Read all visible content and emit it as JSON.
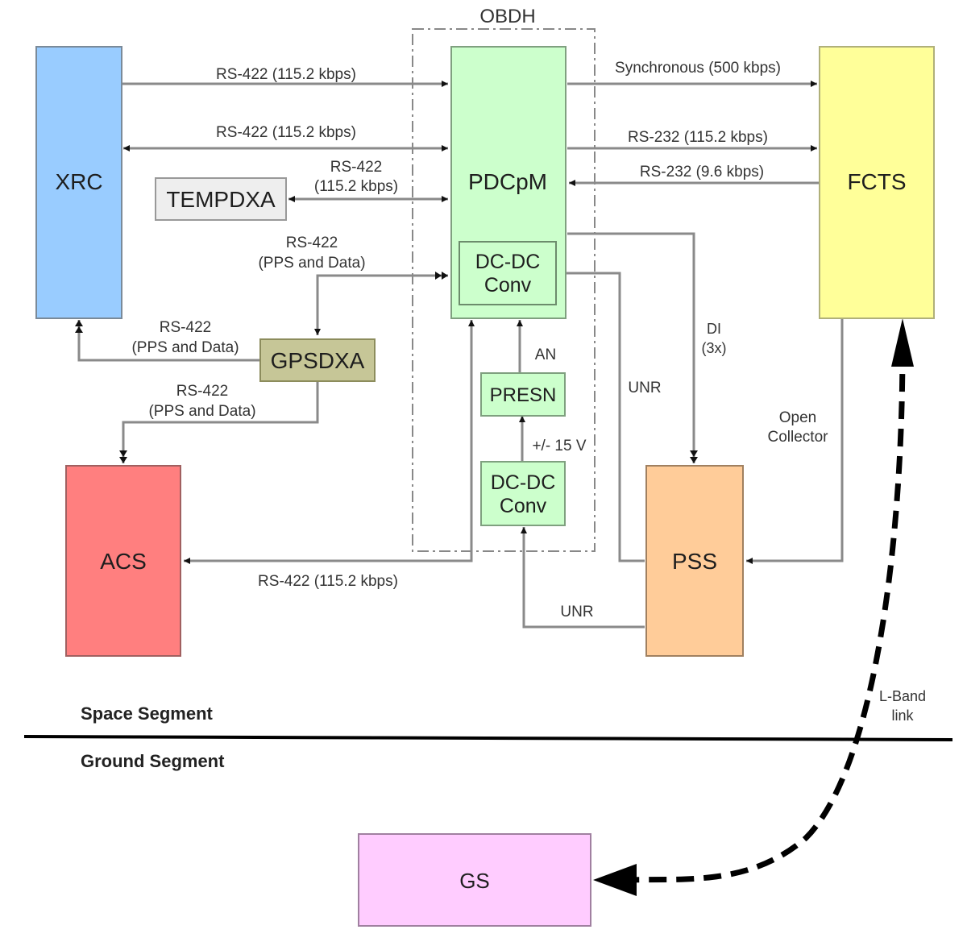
{
  "diagram": {
    "group": {
      "label": "OBDH"
    },
    "blocks": {
      "xrc": {
        "label": "XRC",
        "color": "#99ccff"
      },
      "pdcpm": {
        "label": "PDCpM",
        "color": "#ccffcc"
      },
      "dcdc_inner": {
        "label_line1": "DC-DC",
        "label_line2": "Conv",
        "color": "#ccffcc"
      },
      "fcts": {
        "label": "FCTS",
        "color": "#ffff99"
      },
      "tempdxa": {
        "label": "TEMPDXA",
        "color": "#eeeeee"
      },
      "gpsdxa": {
        "label": "GPSDXA",
        "color": "#c6c697"
      },
      "presn": {
        "label": "PRESN",
        "color": "#ccffcc"
      },
      "dcdc_lower": {
        "label_line1": "DC-DC",
        "label_line2": "Conv",
        "color": "#ccffcc"
      },
      "acs": {
        "label": "ACS",
        "color": "#ff7f7f"
      },
      "pss": {
        "label": "PSS",
        "color": "#ffcc99"
      },
      "gs": {
        "label": "GS",
        "color": "#ffccff"
      }
    },
    "links": {
      "xrc_to_pdcpm": "RS-422 (115.2 kbps)",
      "xrc_pdcpm_bidir": "RS-422 (115.2 kbps)",
      "tempdxa_pdcpm_line1": "RS-422",
      "tempdxa_pdcpm_line2": "(115.2 kbps)",
      "gps_pdcpm_line1": "RS-422",
      "gps_pdcpm_line2": "(PPS and Data)",
      "gps_xrc_line1": "RS-422",
      "gps_xrc_line2": "(PPS and Data)",
      "gps_acs_line1": "RS-422",
      "gps_acs_line2": "(PPS and Data)",
      "pdcpm_acs": "RS-422 (115.2 kbps)",
      "pdcpm_fcts_sync": "Synchronous (500 kbps)",
      "pdcpm_fcts_rs232": "RS-232 (115.2 kbps)",
      "fcts_pdcpm_rs232": "RS-232 (9.6 kbps)",
      "di_line1": "DI",
      "di_line2": "(3x)",
      "unr_upper": "UNR",
      "unr_lower": "UNR",
      "an": "AN",
      "voltage": "+/- 15 V",
      "open_collector_line1": "Open",
      "open_collector_line2": "Collector",
      "lband_line1": "L-Band",
      "lband_line2": "link"
    },
    "segments": {
      "space": "Space Segment",
      "ground": "Ground Segment"
    }
  }
}
